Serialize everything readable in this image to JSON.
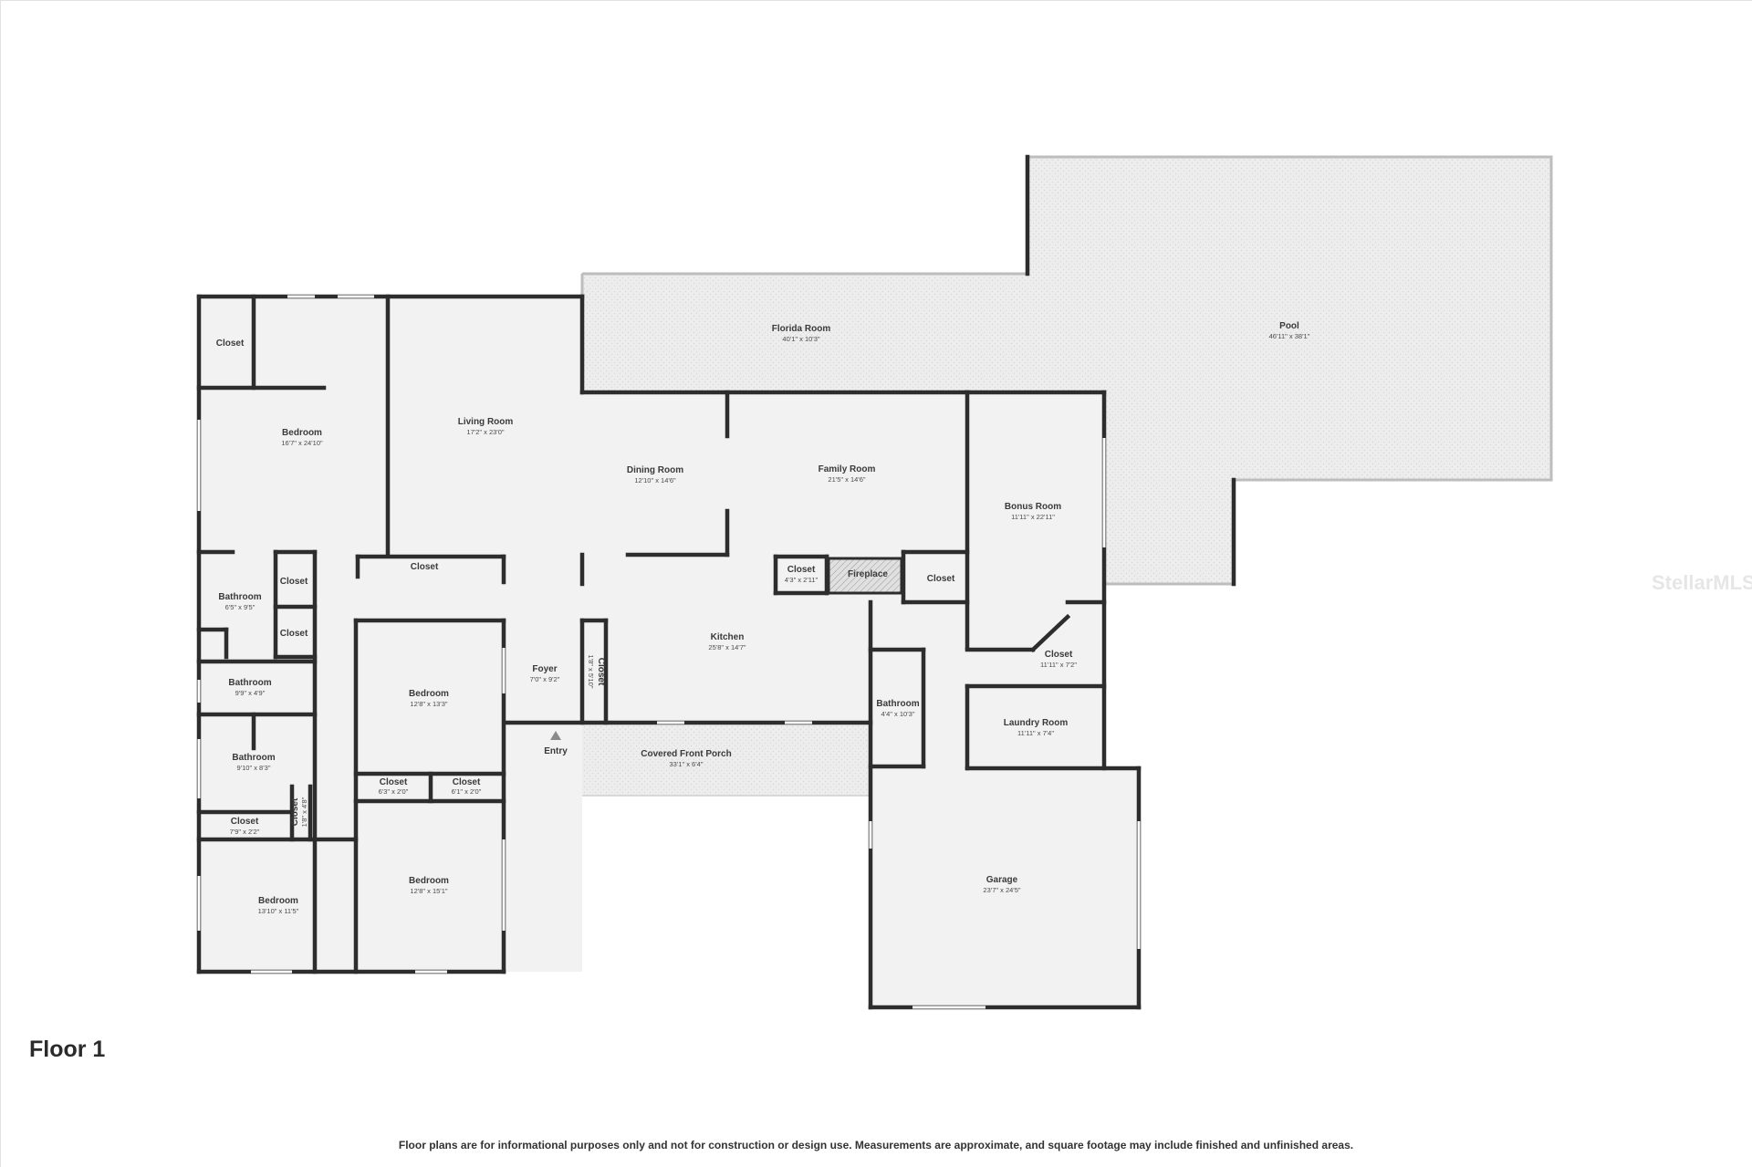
{
  "floor_label": "Floor 1",
  "disclaimer": "Floor plans are for informational purposes only and not for construction or design use. Measurements are approximate, and square footage may include finished and unfinished areas.",
  "watermark": "StellarMLS",
  "colors": {
    "wall": "#2d2d2d",
    "room_fill": "#f2f2f2",
    "outdoor_fill": "#ececec",
    "text": "#3a3a3a"
  },
  "rooms": {
    "pool": {
      "name": "Pool",
      "dims": "46'11\" x 38'1\""
    },
    "florida_room": {
      "name": "Florida Room",
      "dims": "40'1\" x 10'3\""
    },
    "living_room": {
      "name": "Living Room",
      "dims": "17'2\" x 23'0\""
    },
    "dining_room": {
      "name": "Dining Room",
      "dims": "12'10\" x 14'6\""
    },
    "family_room": {
      "name": "Family Room",
      "dims": "21'5\" x 14'6\""
    },
    "bonus_room": {
      "name": "Bonus Room",
      "dims": "11'11\" x 22'11\""
    },
    "bonus_closet": {
      "name": "Closet",
      "dims": "11'11\" x 7'2\""
    },
    "laundry_room": {
      "name": "Laundry Room",
      "dims": "11'11\" x 7'4\""
    },
    "garage": {
      "name": "Garage",
      "dims": "23'7\" x 24'5\""
    },
    "kitchen": {
      "name": "Kitchen",
      "dims": "25'8\" x 14'7\""
    },
    "kitchen_closet": {
      "name": "Closet",
      "dims": "4'3\" x 2'11\""
    },
    "fireplace": {
      "name": "Fireplace"
    },
    "family_closet": {
      "name": "Closet"
    },
    "bathroom_hall": {
      "name": "Bathroom",
      "dims": "4'4\" x 10'3\""
    },
    "foyer": {
      "name": "Foyer",
      "dims": "7'0\" x 9'2\""
    },
    "foyer_closet": {
      "name": "Closet",
      "dims": "1'8\" x 5'10\""
    },
    "entry": {
      "name": "Entry"
    },
    "covered_porch": {
      "name": "Covered Front Porch",
      "dims": "33'1\" x 6'4\""
    },
    "hall_closet": {
      "name": "Closet"
    },
    "master_closet": {
      "name": "Closet"
    },
    "master_bedroom": {
      "name": "Bedroom",
      "dims": "16'7\" x 24'10\""
    },
    "master_bath": {
      "name": "Bathroom",
      "dims": "6'5\" x 9'5\""
    },
    "bath_closet_1": {
      "name": "Closet"
    },
    "bath_closet_2": {
      "name": "Closet"
    },
    "bathroom_2": {
      "name": "Bathroom",
      "dims": "9'9\" x 4'9\""
    },
    "bathroom_3": {
      "name": "Bathroom",
      "dims": "9'10\" x 8'3\""
    },
    "closet_small_a": {
      "name": "Closet",
      "dims": "7'9\" x 2'2\""
    },
    "closet_small_b": {
      "name": "Closet",
      "dims": "1'8\" x 4'8\""
    },
    "bedroom_2": {
      "name": "Bedroom",
      "dims": "12'8\" x 13'3\""
    },
    "bedroom_2_closet_a": {
      "name": "Closet",
      "dims": "6'3\" x 2'0\""
    },
    "bedroom_2_closet_b": {
      "name": "Closet",
      "dims": "6'1\" x 2'0\""
    },
    "bedroom_3": {
      "name": "Bedroom",
      "dims": "12'8\" x 15'1\""
    },
    "bedroom_4": {
      "name": "Bedroom",
      "dims": "13'10\" x 11'5\""
    }
  }
}
